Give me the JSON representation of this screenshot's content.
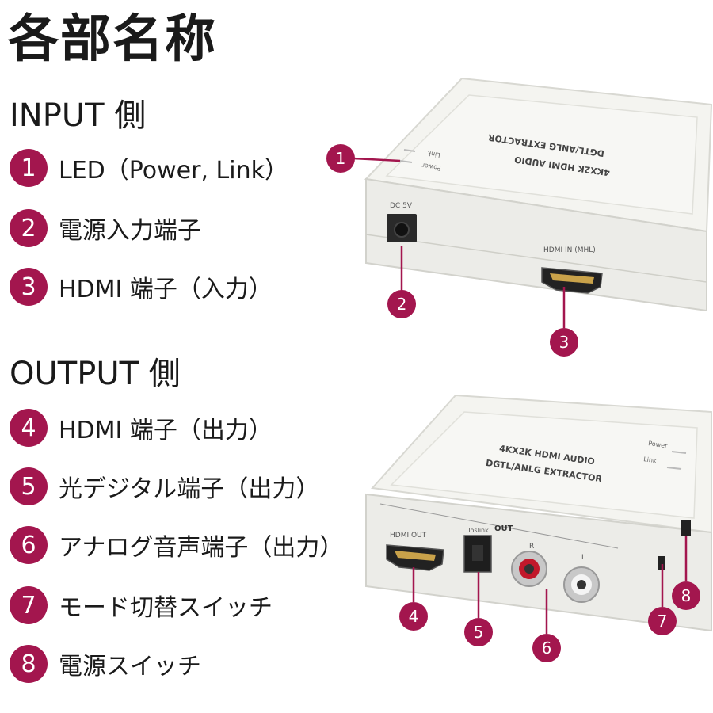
{
  "title": "各部名称",
  "input": {
    "heading": "INPUT 側",
    "items": [
      {
        "num": "1",
        "label": "LED（Power, Link）"
      },
      {
        "num": "2",
        "label": "電源入力端子"
      },
      {
        "num": "3",
        "label": "HDMI 端子（入力）"
      }
    ]
  },
  "output": {
    "heading": "OUTPUT 側",
    "items": [
      {
        "num": "4",
        "label": "HDMI 端子（出力）"
      },
      {
        "num": "5",
        "label": "光デジタル端子（出力）"
      },
      {
        "num": "6",
        "label": "アナログ音声端子（出力）"
      },
      {
        "num": "7",
        "label": "モード切替スイッチ"
      },
      {
        "num": "8",
        "label": "電源スイッチ"
      }
    ]
  },
  "device_top": {
    "line1": "4KX2K HDMI AUDIO",
    "line2": "DGTL/ANLG EXTRACTOR",
    "power": "Power",
    "link": "Link",
    "dc": "DC 5V",
    "hdmi_in": "HDMI IN (MHL)"
  },
  "device_bottom": {
    "line1": "4KX2K HDMI AUDIO",
    "line2": "DGTL/ANLG EXTRACTOR",
    "power": "Power",
    "link": "Link",
    "out": "OUT",
    "hdmi_out": "HDMI OUT",
    "toslink": "Toslink",
    "r": "R",
    "l": "L"
  },
  "colors": {
    "accent": "#a3164e",
    "device": "#f2f2ee"
  }
}
